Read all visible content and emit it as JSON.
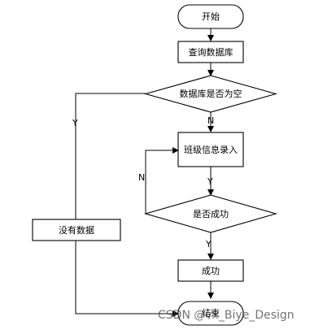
{
  "nodes": {
    "start": "开始",
    "query_db": "查询数据库",
    "db_empty_decision": "数据库是否为空",
    "entry": "班级信息录入",
    "success_decision": "是否成功",
    "success": "成功",
    "no_data": "没有数据",
    "end": "结束"
  },
  "edges": {
    "empty_no": "N",
    "empty_yes": "Y",
    "entry_yes": "Y",
    "retry_no": "N",
    "success_yes": "Y"
  },
  "colors": {
    "stroke": "#000000",
    "fill": "#ffffff"
  },
  "watermark": "CSDN @vx_Biye_Design"
}
